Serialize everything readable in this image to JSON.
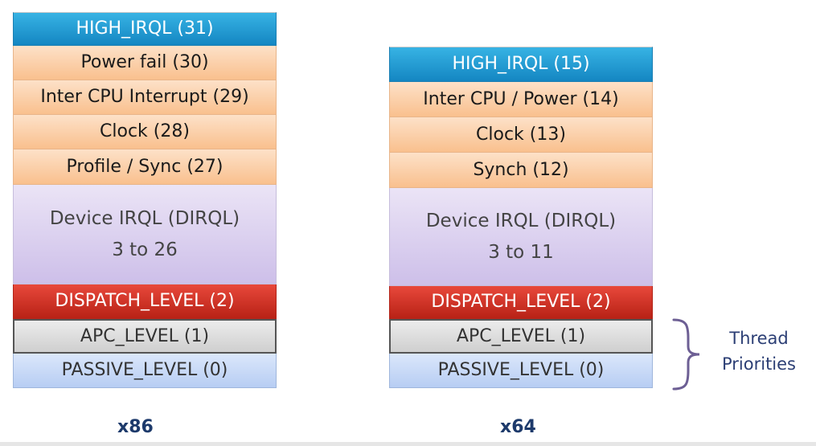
{
  "x86": {
    "layers": [
      "HIGH_IRQL (31)",
      "Power fail (30)",
      "Inter CPU Interrupt (29)",
      "Clock (28)",
      "Profile / Sync (27)",
      "Device IRQL (DIRQL)",
      "3 to 26",
      "DISPATCH_LEVEL (2)",
      "APC_LEVEL (1)",
      "PASSIVE_LEVEL (0)"
    ],
    "caption": "x86"
  },
  "x64": {
    "layers": [
      "HIGH_IRQL (15)",
      "Inter CPU / Power (14)",
      "Clock (13)",
      "Synch (12)",
      "Device IRQL (DIRQL)",
      "3 to 11",
      "DISPATCH_LEVEL (2)",
      "APC_LEVEL (1)",
      "PASSIVE_LEVEL (0)"
    ],
    "caption": "x64"
  },
  "annotation": {
    "line1": "Thread",
    "line2": "Priorities"
  },
  "colors": {
    "high": "#1486c2",
    "hardware": "#f9c08e",
    "device": "#cdbfe9",
    "dispatch": "#b82216",
    "apc": "#cfcfcf",
    "passive": "#b7cdf3",
    "caption": "#1d3a6b",
    "annotation": "#2c3f75"
  }
}
